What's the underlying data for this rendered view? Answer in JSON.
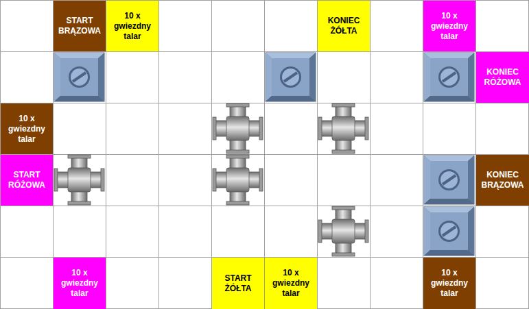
{
  "diagram": {
    "nodes": [
      {
        "text": [
          "START BRĄZOWA"
        ]
      },
      {
        "text": [
          "10 x gwiezdny talar"
        ]
      },
      {
        "text": [
          "KONIEC ŻÓŁTA"
        ]
      },
      {
        "text": [
          "10 x gwiezdny talar"
        ]
      },
      {
        "text": [
          "KONIEC RÓŻOWA"
        ]
      },
      {
        "text": [
          "10 x gwiezdny talar"
        ]
      },
      {
        "text": [
          "START RÓŻOWA"
        ]
      },
      {
        "text": [
          "KONIEC BRĄZOWA"
        ]
      },
      {
        "text": [
          "10 x gwiezdny talar"
        ]
      },
      {
        "text": [
          "START ŻÓŁTA"
        ]
      },
      {
        "text": [
          "10 x gwiezdny talar"
        ]
      },
      {
        "text": [
          "10 x gwiezdny talar"
        ]
      }
    ]
  }
}
